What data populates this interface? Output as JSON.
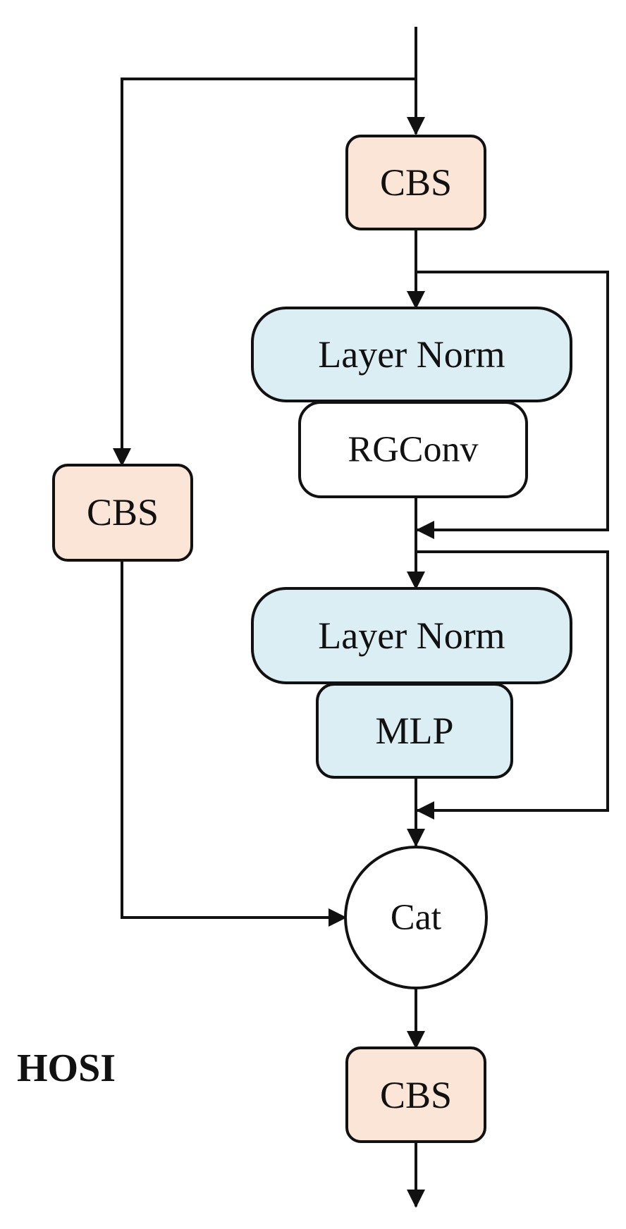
{
  "title": "HOSI",
  "colors": {
    "cbs_fill": "#fbe5d6",
    "norm_fill": "#dbeef4",
    "plain_fill": "#ffffff",
    "stroke": "#111111"
  },
  "nodes": {
    "cbs_top": "CBS",
    "layer_norm_1": "Layer Norm",
    "rgconv": "RGConv",
    "cbs_left": "CBS",
    "layer_norm_2": "Layer Norm",
    "mlp": "MLP",
    "cat": "Cat",
    "cbs_bottom": "CBS"
  }
}
